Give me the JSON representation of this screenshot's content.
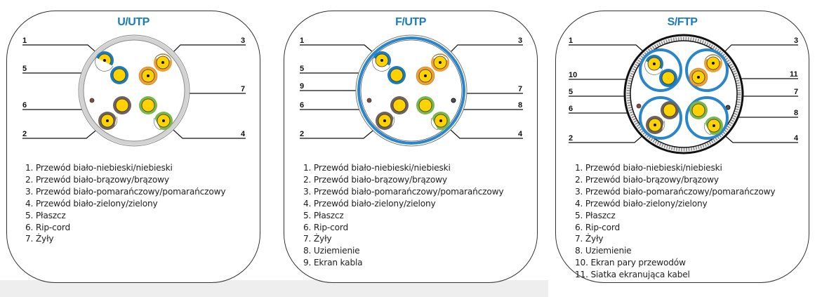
{
  "panels": [
    {
      "title": "U/UTP",
      "callouts": {
        "left": [
          "1",
          "5",
          "6",
          "2"
        ],
        "right": [
          "3",
          "7",
          "4"
        ]
      },
      "legend": [
        "1. Przewód biało-niebieski/niebieski",
        "2. Przewód biało-brązowy/brązowy",
        "3. Przewód biało-pomarańczowy/pomarańczowy",
        "4. Przewód biało-zielony/zielony",
        "5. Płaszcz",
        "6. Rip-cord",
        "7. Żyły"
      ]
    },
    {
      "title": "F/UTP",
      "callouts": {
        "left": [
          "1",
          "5",
          "9",
          "6",
          "2"
        ],
        "right": [
          "3",
          "7",
          "8",
          "4"
        ]
      },
      "legend": [
        "1. Przewód biało-niebieski/niebieski",
        "2. Przewód biało-brązowy/brązowy",
        "3. Przewód biało-pomarańczowy/pomarańczowy",
        "4. Przewód biało-zielony/zielony",
        "5. Płaszcz",
        "6. Rip-cord",
        "7. Żyły",
        "8. Uziemienie",
        "9. Ekran kabla"
      ]
    },
    {
      "title": "S/FTP",
      "callouts": {
        "left": [
          "1",
          "10",
          "5",
          "6",
          "2"
        ],
        "right": [
          "3",
          "11",
          "7",
          "8",
          "4"
        ]
      },
      "legend": [
        "1. Przewód biało-niebieski/niebieski",
        "2. Przewód biało-brązowy/brązowy",
        "3. Przewód biało-pomarańczowy/pomarańczowy",
        "4. Przewód biało-zielony/zielony",
        "5. Płaszcz",
        "6. Rip-cord",
        "7. Żyły",
        "8. Uziemienie",
        "10. Ekran pary przewodów",
        "11. Siatka ekranująca kabel"
      ]
    }
  ],
  "colors": {
    "title": "#1a7bbf",
    "blue": "#1a7bbf",
    "brown": "#6e625a",
    "orange": "#f0a030",
    "green": "#7ab648",
    "core": "#ffd200",
    "jacket_grey": "#cfcfcf",
    "foil_blue": "#2a86c8"
  }
}
